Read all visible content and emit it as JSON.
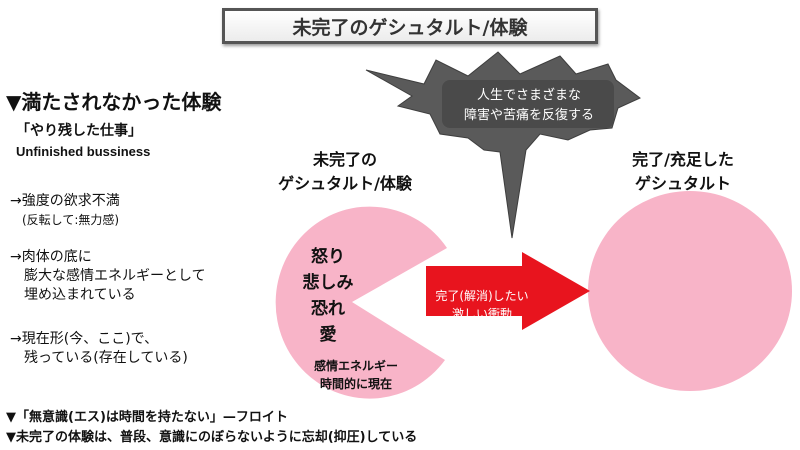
{
  "title": "未完了のゲシュタルト/体験",
  "left": {
    "heading": "▼満たされなかった体験",
    "unfinished_jp": "「やり残した仕事」",
    "unfinished_en": "Unfinished bussiness",
    "points": [
      {
        "line1": "→強度の欲求不満",
        "line2": "　(反転して:無力感)"
      },
      {
        "line1": "→肉体の底に",
        "line2": "　膨大な感情エネルギーとして",
        "line3": "　埋め込まれている"
      },
      {
        "line1": "→現在形(今、ここ)で、",
        "line2": "　残っている(存在している)"
      }
    ]
  },
  "diagram": {
    "incomplete_label": [
      "未完了の",
      "ゲシュタルト/体験"
    ],
    "emotions": [
      "怒り",
      "悲しみ",
      "恐れ",
      "愛"
    ],
    "energy_label": [
      "感情エネルギー",
      "時間的に現在"
    ],
    "arrow_label": [
      "完了(解消)したい",
      "激しい衝動"
    ],
    "repeat_label": [
      "人生でさまざまな",
      "障害や苦痛を反復する"
    ],
    "complete_label": [
      "完了/充足した",
      "ゲシュタルト"
    ],
    "colors": {
      "pink": "#f8b4c8",
      "arrow_red": "#e8141e",
      "burst_gray": "#5a5a5a"
    }
  },
  "footer": [
    "▼「無意識(エス)は時間を持たない」—フロイト",
    "▼未完了の体験は、普段、意識にのぼらないように忘却(抑圧)している"
  ]
}
